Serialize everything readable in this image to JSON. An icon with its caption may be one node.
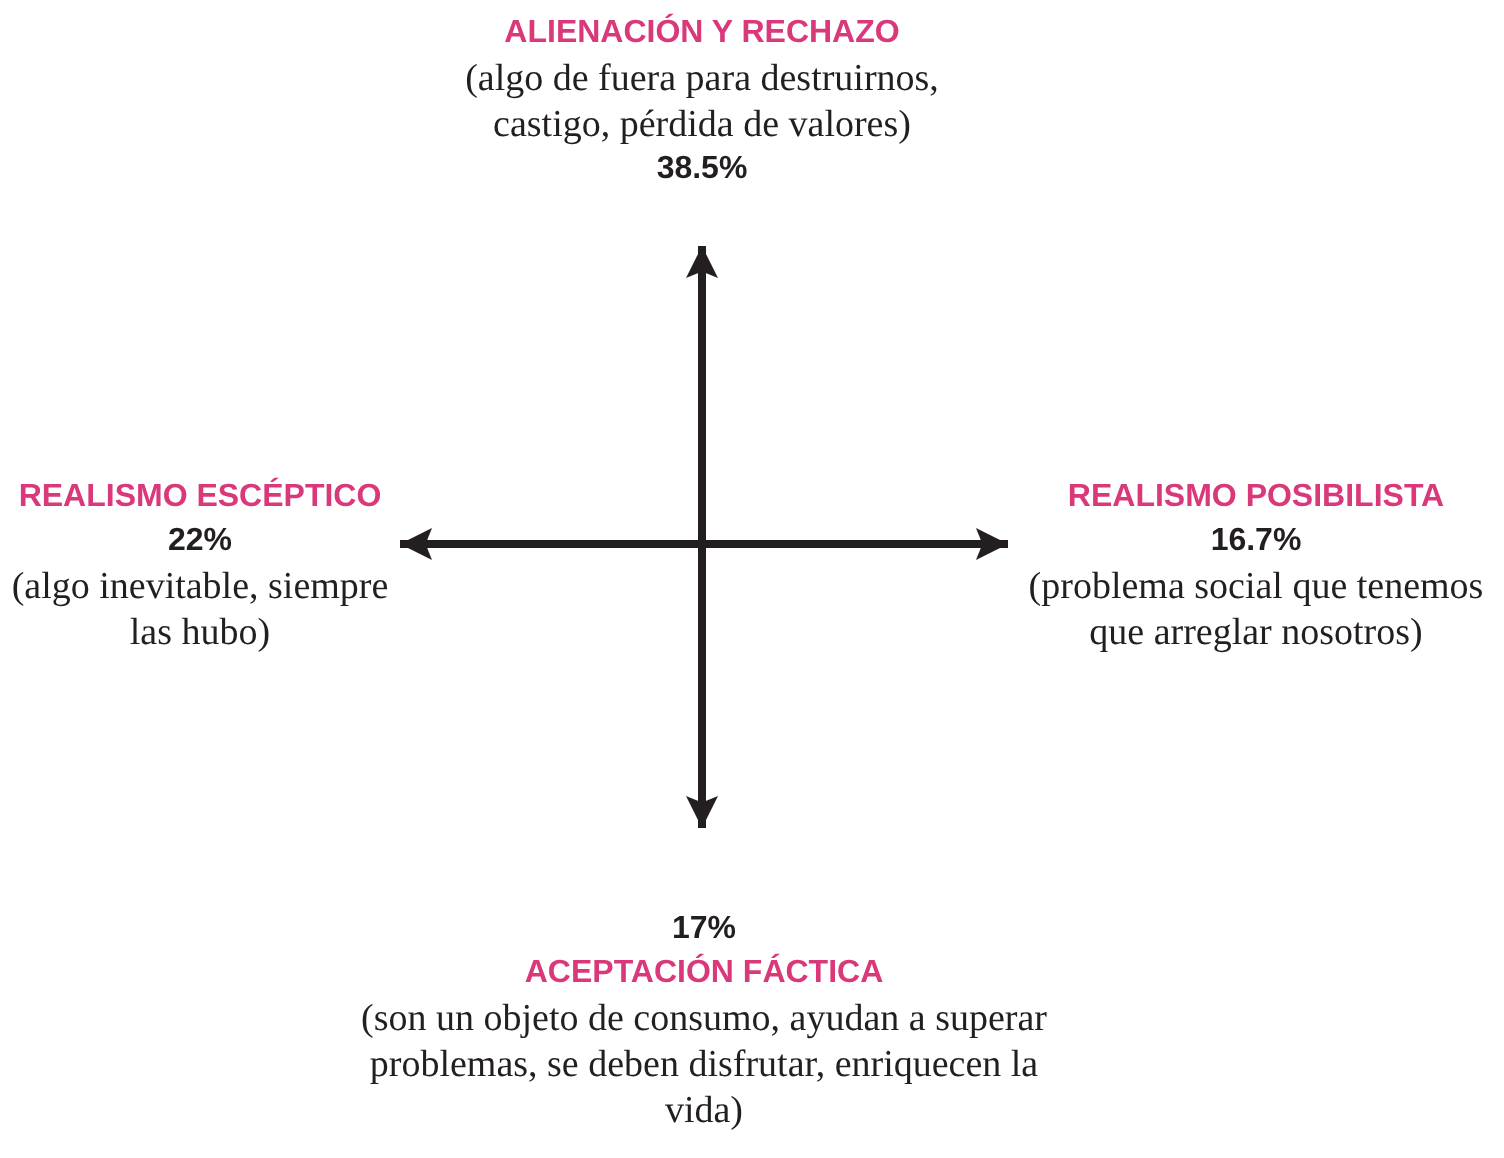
{
  "diagram": {
    "nodes": [
      {
        "text": [
          "ALIENACIÓN Y RECHAZO",
          "(algo de fuera para destruirnos, castigo, pérdida de valores)",
          "38.5%"
        ]
      },
      {
        "text": [
          "REALISMO ESCÉPTICO",
          "22%",
          "(algo inevitable, siempre las hubo)"
        ]
      },
      {
        "text": [
          "REALISMO POSIBILISTA",
          "16.7%",
          "(problema social que tenemos que arreglar nosotros)"
        ]
      },
      {
        "text": [
          "17%",
          "ACEPTACIÓN FÁCTICA",
          "(son un objeto de consumo, ayudan a superar problemas, se deben disfrutar, enriquecen la vida)"
        ]
      }
    ],
    "edges": [
      {
        "from": null,
        "to": 0,
        "arrow": "to"
      },
      {
        "from": null,
        "to": 1,
        "arrow": "to"
      },
      {
        "from": null,
        "to": 2,
        "arrow": "to"
      },
      {
        "from": null,
        "to": 3,
        "arrow": "to"
      }
    ]
  }
}
